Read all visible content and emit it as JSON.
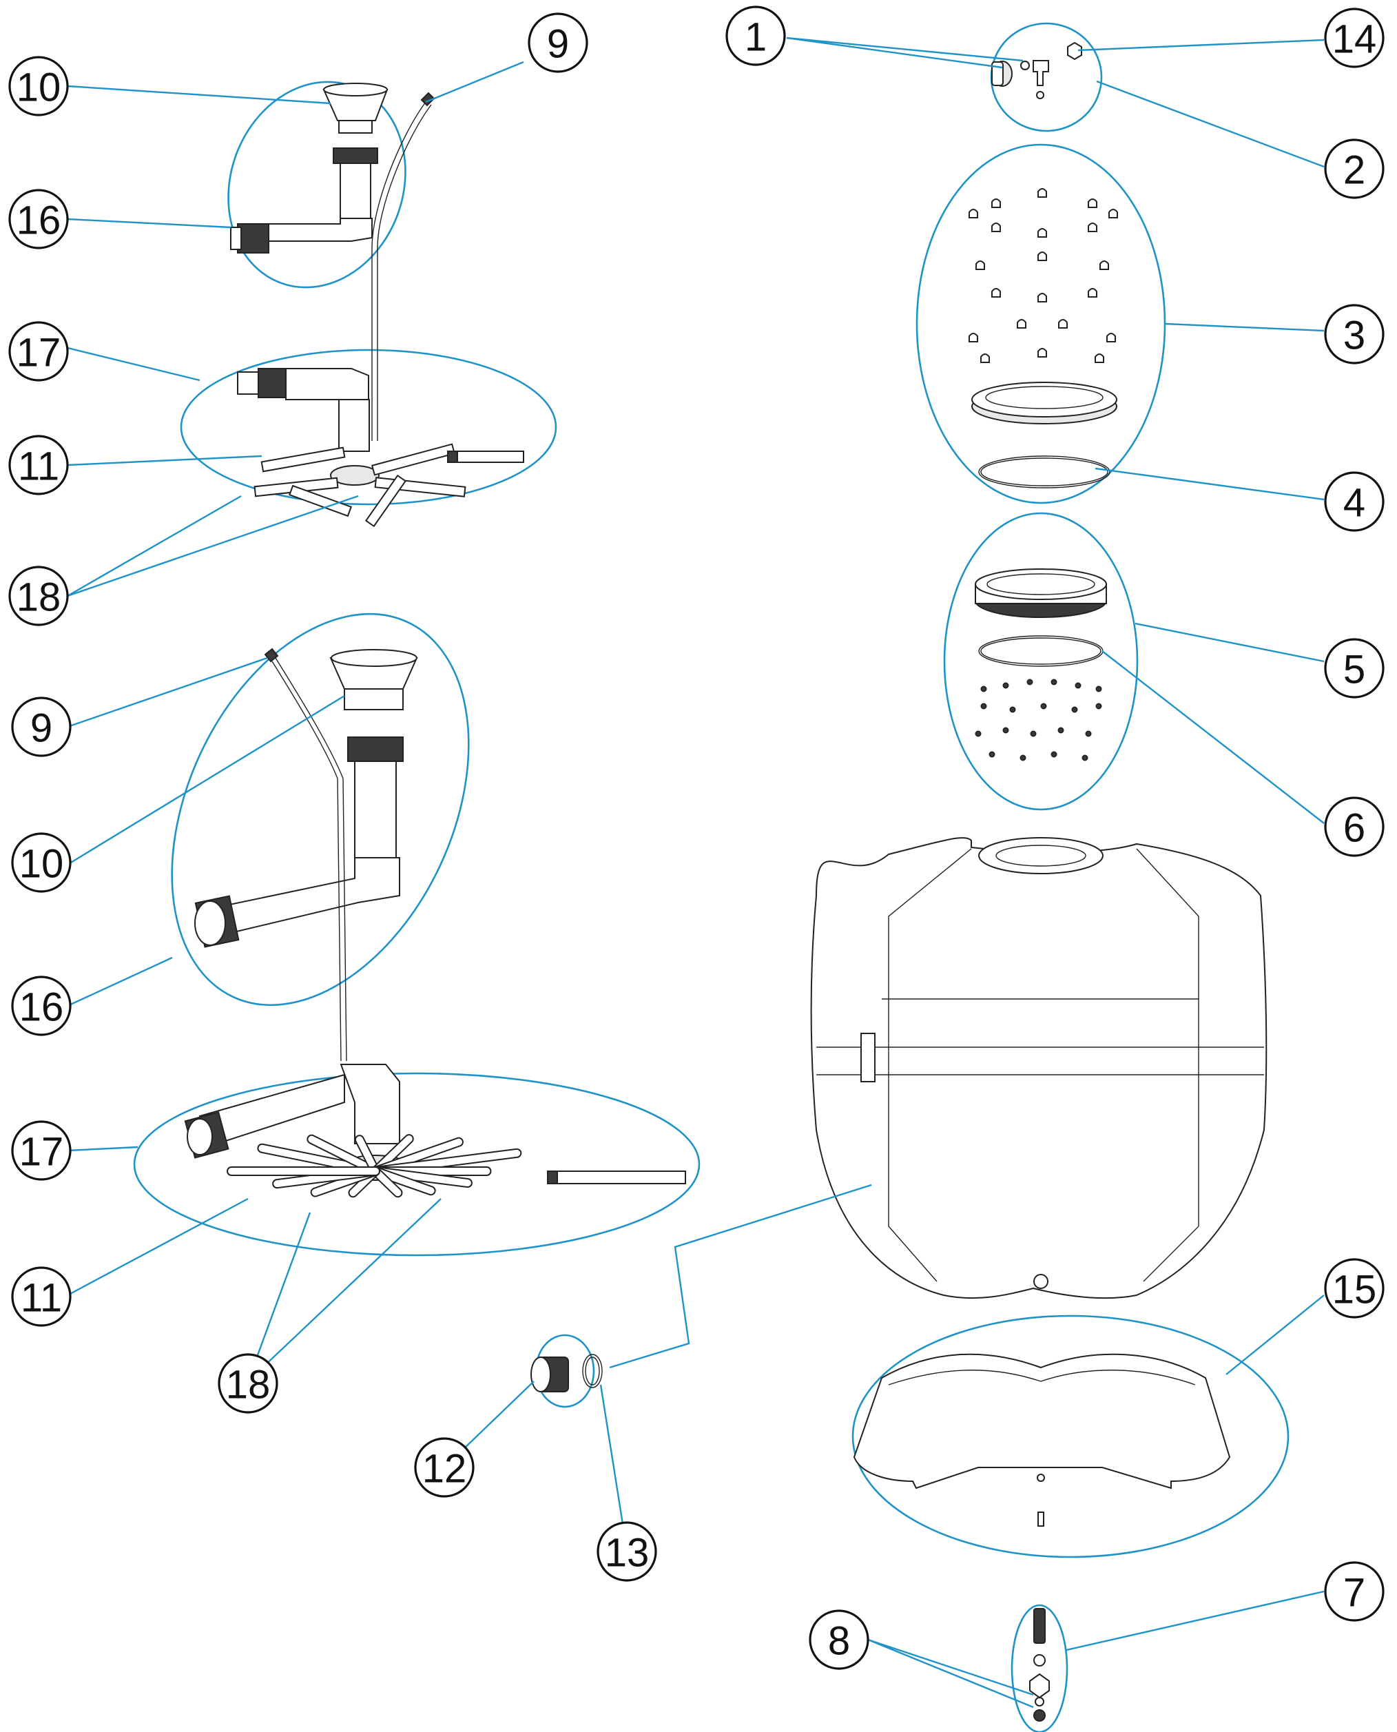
{
  "callouts": [
    {
      "id": "c1",
      "label": "1"
    },
    {
      "id": "c14",
      "label": "14"
    },
    {
      "id": "c2",
      "label": "2"
    },
    {
      "id": "c3",
      "label": "3"
    },
    {
      "id": "c4",
      "label": "4"
    },
    {
      "id": "c5",
      "label": "5"
    },
    {
      "id": "c6",
      "label": "6"
    },
    {
      "id": "c15",
      "label": "15"
    },
    {
      "id": "c7",
      "label": "7"
    },
    {
      "id": "c8",
      "label": "8"
    },
    {
      "id": "c9a",
      "label": "9"
    },
    {
      "id": "c10a",
      "label": "10"
    },
    {
      "id": "c16a",
      "label": "16"
    },
    {
      "id": "c17a",
      "label": "17"
    },
    {
      "id": "c11a",
      "label": "11"
    },
    {
      "id": "c18a",
      "label": "18"
    },
    {
      "id": "c9b",
      "label": "9"
    },
    {
      "id": "c10b",
      "label": "10"
    },
    {
      "id": "c16b",
      "label": "16"
    },
    {
      "id": "c17b",
      "label": "17"
    },
    {
      "id": "c11b",
      "label": "11"
    },
    {
      "id": "c18b",
      "label": "18"
    },
    {
      "id": "c12",
      "label": "12"
    },
    {
      "id": "c13",
      "label": "13"
    }
  ],
  "colors": {
    "leader": "#1f93c8",
    "outline": "#111111",
    "background": "#ffffff"
  }
}
